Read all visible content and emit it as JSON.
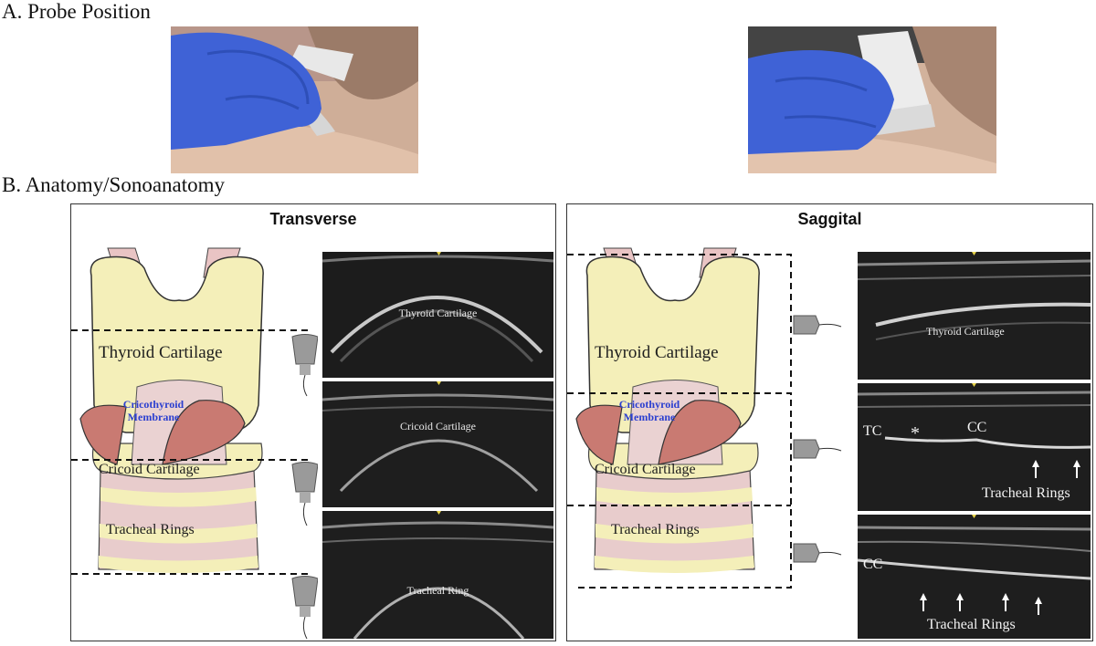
{
  "section_a": {
    "title": "A. Probe Position"
  },
  "section_b": {
    "title": "B. Anatomy/Sonoanatomy"
  },
  "transverse": {
    "title": "Transverse",
    "anatomy_labels": {
      "thyroid": "Thyroid Cartilage",
      "membrane_line1": "Cricothyroid",
      "membrane_line2": "Membrane",
      "cricoid": "Cricoid Cartilage",
      "tracheal": "Tracheal Rings"
    },
    "us_labels": [
      "Thyroid Cartilage",
      "Cricoid Cartilage",
      "Tracheal Ring"
    ]
  },
  "sagittal": {
    "title": "Saggital",
    "anatomy_labels": {
      "thyroid": "Thyroid Cartilage",
      "membrane_line1": "Cricothyroid",
      "membrane_line2": "Membrane",
      "cricoid": "Cricoid Cartilage",
      "tracheal": "Tracheal Rings"
    },
    "us1_label": "Thyroid Cartilage",
    "us2": {
      "tc": "TC",
      "asterisk": "*",
      "cc": "CC",
      "rings": "Tracheal Rings"
    },
    "us3": {
      "cc": "CC",
      "rings": "Tracheal Rings"
    }
  },
  "colors": {
    "cartilage": "#f4efb9",
    "muscle": "#c97a72",
    "ligament": "#e9c4c4",
    "glove": "#3f62d6",
    "ultrasound_bg": "#1a1a1a"
  }
}
